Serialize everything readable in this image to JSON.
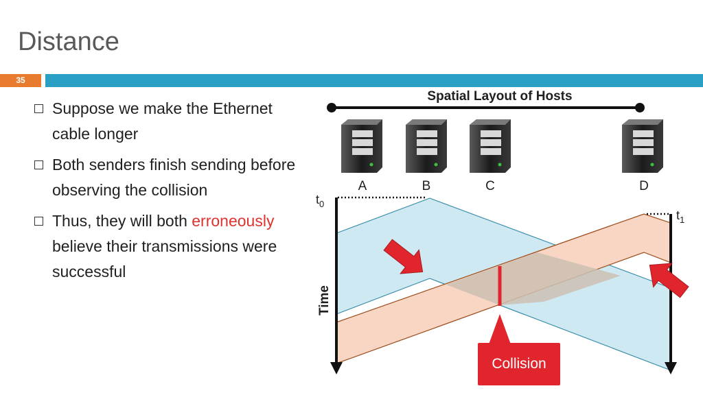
{
  "title": "Distance",
  "slide_number": "35",
  "bullets": [
    {
      "parts": [
        "Suppose we make the Ethernet cable longer"
      ]
    },
    {
      "parts": [
        "Both senders finish sending before observing the collision"
      ]
    },
    {
      "parts": [
        "Thus, they will both ",
        "erroneously",
        " believe their transmissions were successful"
      ]
    }
  ],
  "diagram": {
    "layout_label": "Spatial Layout of Hosts",
    "hosts": [
      "A",
      "B",
      "C",
      "D"
    ],
    "t0": "t",
    "t0_sub": "0",
    "t1": "t",
    "t1_sub": "1",
    "time_label": "Time",
    "collision_label": "Collision",
    "colors": {
      "blue_band": "#cfe9f2",
      "orange_band": "#f8d6c3",
      "overlap": "#cfc2b8",
      "red": "#e0252c"
    }
  }
}
